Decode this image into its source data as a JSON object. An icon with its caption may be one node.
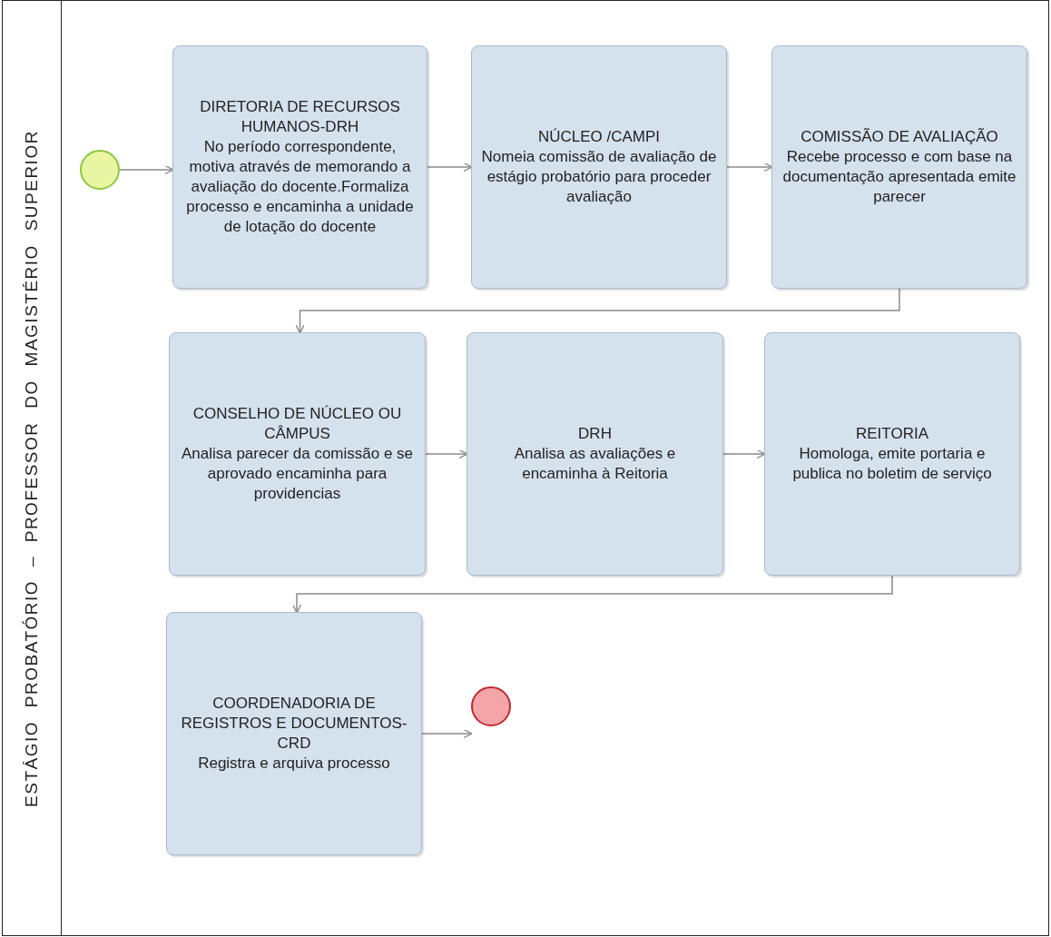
{
  "diagram": {
    "nodes": [
      {
        "text": [
          "ESTÁGIO PROBATÓRIO – PROFESSOR DO MAGISTÉRIO SUPERIOR"
        ]
      },
      {
        "text": [],
        "shape": "circle",
        "in": 0
      },
      {
        "text": [
          "DIRETORIA DE RECURSOS HUMANOS-DRH",
          "No período correspondente, motiva através de memorando a avaliação do docente.Formaliza processo e encaminha a unidade de lotação do docente"
        ],
        "in": 0
      },
      {
        "text": [
          "NÚCLEO /CAMPI",
          "Nomeia comissão de avaliação de estágio probatório para proceder avaliação"
        ],
        "in": 0
      },
      {
        "text": [
          "COMISSÃO DE AVALIAÇÃO",
          "Recebe processo e com base na documentação apresentada emite parecer"
        ],
        "in": 0
      },
      {
        "text": [
          "CONSELHO DE NÚCLEO OU CÂMPUS",
          "Analisa parecer da comissão e se aprovado encaminha para providencias"
        ],
        "in": 0
      },
      {
        "text": [
          "DRH",
          "Analisa as avaliações e encaminha à Reitoria"
        ],
        "in": 0
      },
      {
        "text": [
          "REITORIA",
          "Homologa, emite portaria e publica no boletim de serviço"
        ],
        "in": 0
      },
      {
        "text": [
          "COORDENADORIA DE REGISTROS E DOCUMENTOS-CRD",
          "Registra e arquiva processo"
        ],
        "in": 0
      },
      {
        "text": [],
        "shape": "circle",
        "in": 0
      }
    ],
    "edges": [
      {
        "from": 1,
        "to": 2,
        "arrow": "to"
      },
      {
        "from": 2,
        "to": 3,
        "arrow": "to"
      },
      {
        "from": 3,
        "to": 4,
        "arrow": "to"
      },
      {
        "from": 4,
        "to": 5,
        "arrow": "to"
      },
      {
        "from": 5,
        "to": 6,
        "arrow": "to"
      },
      {
        "from": 6,
        "to": 7,
        "arrow": "to"
      },
      {
        "from": 7,
        "to": 8,
        "arrow": "to"
      },
      {
        "from": 8,
        "to": 9,
        "arrow": "to"
      }
    ]
  }
}
